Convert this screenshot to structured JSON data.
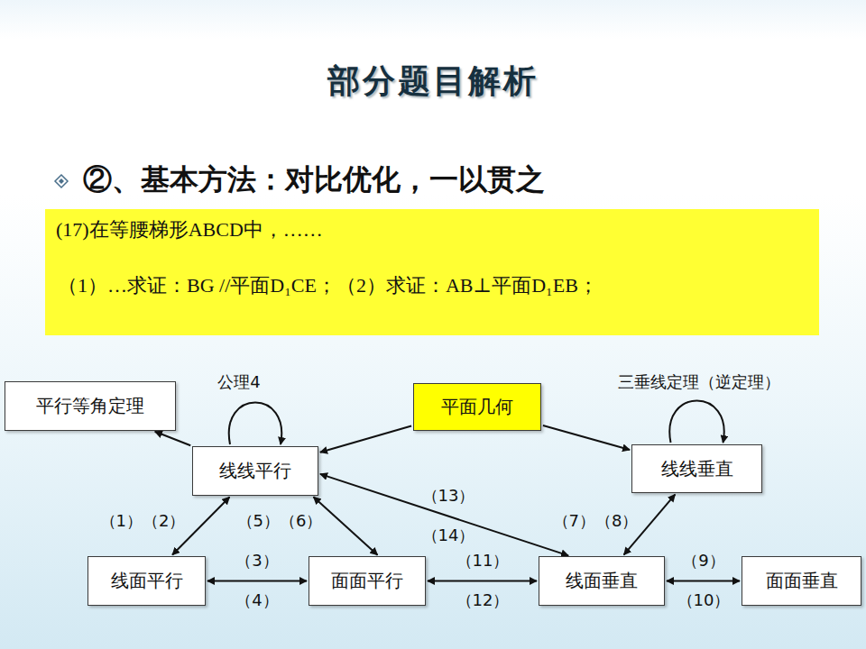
{
  "diagram": {
    "title": "部分题目解析",
    "nodes": [
      {
        "text": [
          "(17)在等腰梯形ABCD中，……",
          "（1）…求证：BG //平面D₁CE；（2）求证：AB⊥平面D₁EB；"
        ]
      },
      {
        "text": [
          "平行等角定理"
        ]
      },
      {
        "text": [
          "平面几何"
        ]
      },
      {
        "text": [
          "线线平行"
        ]
      },
      {
        "text": [
          "线线垂直"
        ]
      },
      {
        "text": [
          "线面平行"
        ]
      },
      {
        "text": [
          "面面平行"
        ]
      },
      {
        "text": [
          "线面垂直"
        ]
      },
      {
        "text": [
          "面面垂直"
        ]
      }
    ],
    "edges": [
      {
        "from": 3,
        "to": 1,
        "arrow": "to"
      },
      {
        "from": 3,
        "to": 3,
        "arrow": "to",
        "label": "公理4"
      },
      {
        "from": 2,
        "to": 3,
        "arrow": "to"
      },
      {
        "from": 2,
        "to": 4,
        "arrow": "to"
      },
      {
        "from": 4,
        "to": 4,
        "arrow": "to",
        "label": "三垂线定理（逆定理）"
      },
      {
        "from": 5,
        "to": 3,
        "arrow": "both",
        "label": "（1）（2）"
      },
      {
        "from": 5,
        "to": 6,
        "arrow": "both",
        "label": "（3）（4）"
      },
      {
        "from": 6,
        "to": 3,
        "arrow": "both",
        "label": "（5）（6）"
      },
      {
        "from": 3,
        "to": 7,
        "arrow": "both",
        "label": "（13）（14）"
      },
      {
        "from": 4,
        "to": 7,
        "arrow": "both",
        "label": "（7）（8）"
      },
      {
        "from": 6,
        "to": 7,
        "arrow": "both",
        "label": "（11）（12）"
      },
      {
        "from": 7,
        "to": 8,
        "arrow": "both",
        "label": "（9）（10）"
      }
    ],
    "labels": [
      "②、基本方法：对比优化，一以贯之"
    ]
  }
}
